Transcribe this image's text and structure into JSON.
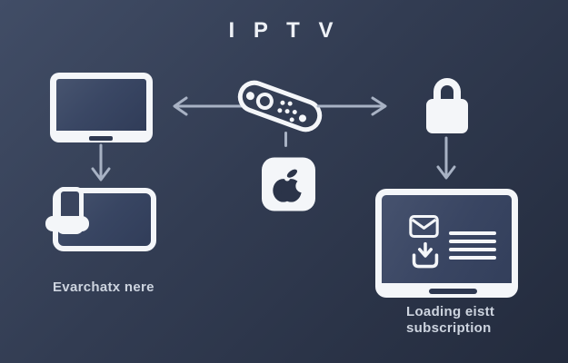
{
  "title": "I P T V",
  "captions": {
    "devices": "Evarchatx nere",
    "subscription_line1": "Loading eistt",
    "subscription_line2": "subscription"
  },
  "icons": {
    "tv": "tv-icon",
    "remote": "remote-control-icon",
    "lock": "padlock-icon",
    "apple": "apple-logo-icon",
    "tablet_phone": "tablet-with-phone-icon",
    "laptop": "laptop-icon",
    "envelope": "envelope-icon",
    "download": "download-icon",
    "arrow_left": "arrow-left-icon",
    "arrow_right": "arrow-right-icon",
    "arrow_down": "arrow-down-icon"
  },
  "colors": {
    "background_start": "#414d66",
    "background_end": "#232b3d",
    "icon_fill": "#f4f6f9",
    "screen_fill": "#384562",
    "arrow": "#a8b2c4",
    "caption_text": "#cdd4df",
    "title_text": "#eef1f6"
  }
}
